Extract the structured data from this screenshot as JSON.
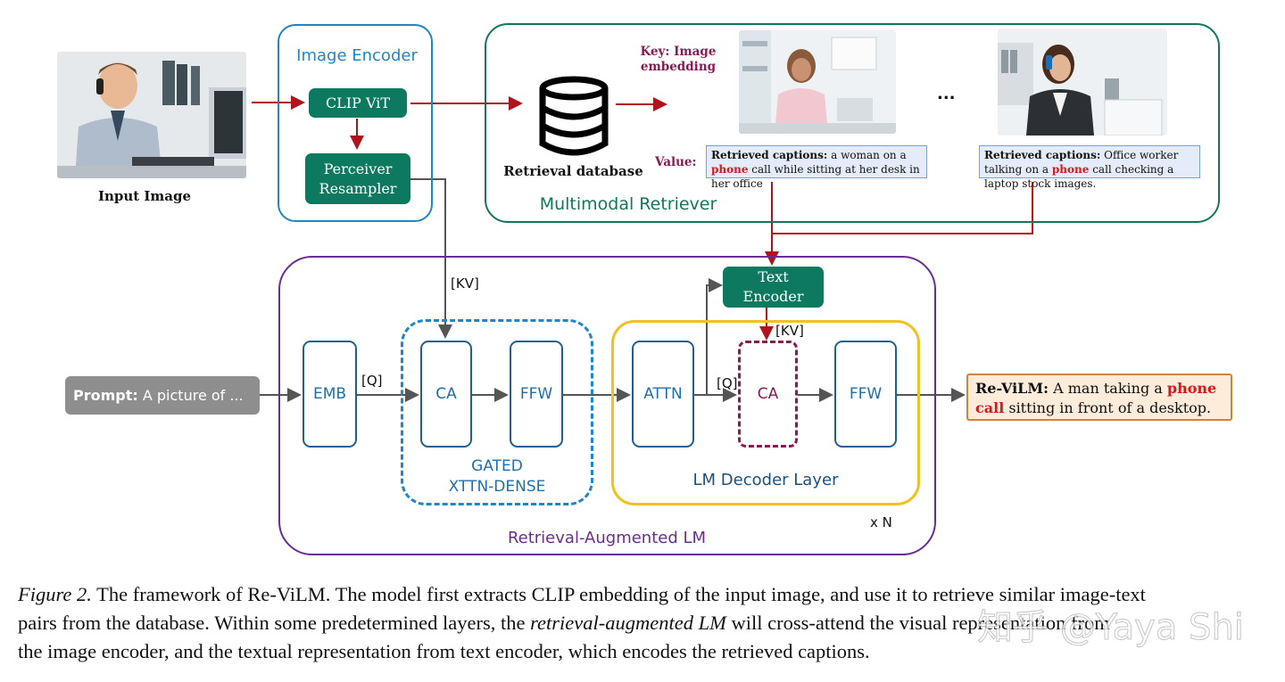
{
  "input": {
    "label": "Input Image",
    "icon": "person-on-phone-photo"
  },
  "image_encoder": {
    "title": "Image Encoder",
    "clip": "CLIP ViT",
    "perceiver_line1": "Perceiver",
    "perceiver_line2": "Resampler"
  },
  "retriever": {
    "title": "Multimodal Retriever",
    "database_label": "Retrieval database",
    "database_icon": "database-icon",
    "key_label_line1": "Key: Image",
    "key_label_line2": "embedding",
    "value_label": "Value:",
    "ellipsis": "...",
    "caption1": {
      "prefix": "Retrieved captions:",
      "before": " a woman on a ",
      "highlight": "phone",
      "after": " call while sitting at her desk in her office"
    },
    "caption2": {
      "prefix": "Retrieved captions:",
      "before": " Office worker talking on a ",
      "highlight": "phone",
      "after": " call checking a laptop stock images."
    }
  },
  "lm": {
    "title": "Retrieval-Augmented LM",
    "emb": "EMB",
    "gated_ca": "CA",
    "gated_ffw": "FFW",
    "gated_line1": "GATED",
    "gated_line2": "XTTN-DENSE",
    "attn": "ATTN",
    "decoder_ca": "CA",
    "decoder_ffw": "FFW",
    "decoder_label": "LM Decoder Layer",
    "repeat": "x N",
    "text_encoder_line1": "Text",
    "text_encoder_line2": "Encoder",
    "kv1": "[KV]",
    "kv2": "[KV]",
    "q1": "[Q]",
    "q2": "[Q]"
  },
  "prompt": {
    "label": "Prompt:",
    "text": " A picture of ..."
  },
  "output": {
    "label": "Re-ViLM:",
    "before": " A man taking a ",
    "highlight": "phone call",
    "after": " sitting in front of a desktop."
  },
  "figure_caption": {
    "label": "Figure 2.",
    "line1": " The framework of Re-ViLM. The model first extracts CLIP embedding of the input image, and use it to retrieve similar image-text",
    "line2_a": "pairs from the database. Within some predetermined layers, the ",
    "line2_em": "retrieval-augmented LM",
    "line2_b": " will cross-attend the visual representation from",
    "line3": "the image encoder, and the textual representation from text encoder, which encodes the retrieved captions."
  },
  "watermark": "知乎 @Yaya Shi",
  "colors": {
    "green": "#0d7a5f",
    "blue_border": "#1f6fb0",
    "retriever_border": "#12775a",
    "lm_border": "#6a2d91",
    "decoder_border": "#f2c11e",
    "arrow_red": "#b0141a",
    "highlight_red": "#e0141a",
    "key_purple": "#8a1a55"
  }
}
